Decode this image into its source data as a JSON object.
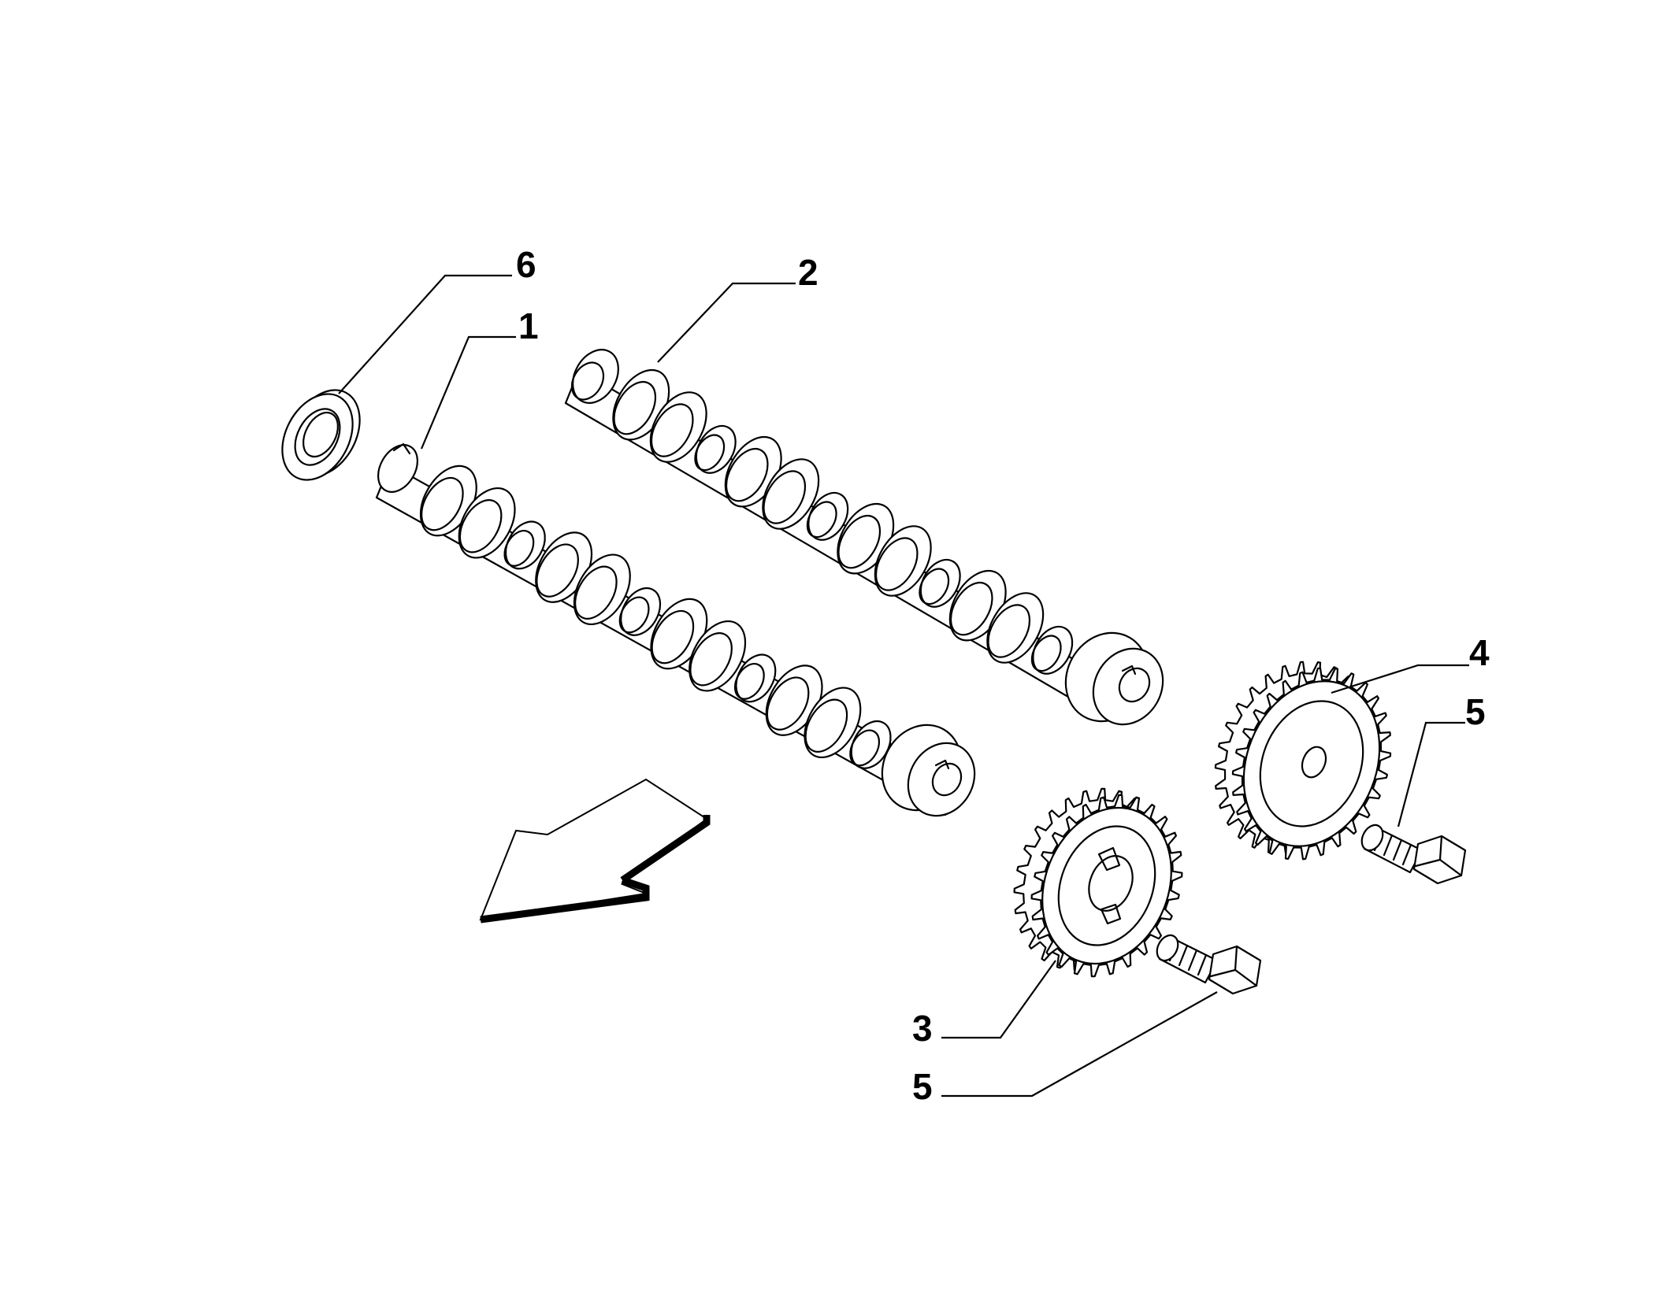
{
  "colors": {
    "line": "#000000",
    "background": "#ffffff"
  },
  "callouts": [
    {
      "id": "1",
      "label": "1",
      "part": "exhaust-camshaft"
    },
    {
      "id": "2",
      "label": "2",
      "part": "intake-camshaft"
    },
    {
      "id": "3",
      "label": "3",
      "part": "lower-camshaft-gear"
    },
    {
      "id": "4",
      "label": "4",
      "part": "upper-camshaft-gear"
    },
    {
      "id": "5a",
      "label": "5",
      "part": "upper-gear-bolt"
    },
    {
      "id": "5b",
      "label": "5",
      "part": "lower-gear-bolt"
    },
    {
      "id": "6",
      "label": "6",
      "part": "oil-seal-ring"
    }
  ],
  "direction_arrow": {
    "icon": "direction-arrow-icon"
  }
}
